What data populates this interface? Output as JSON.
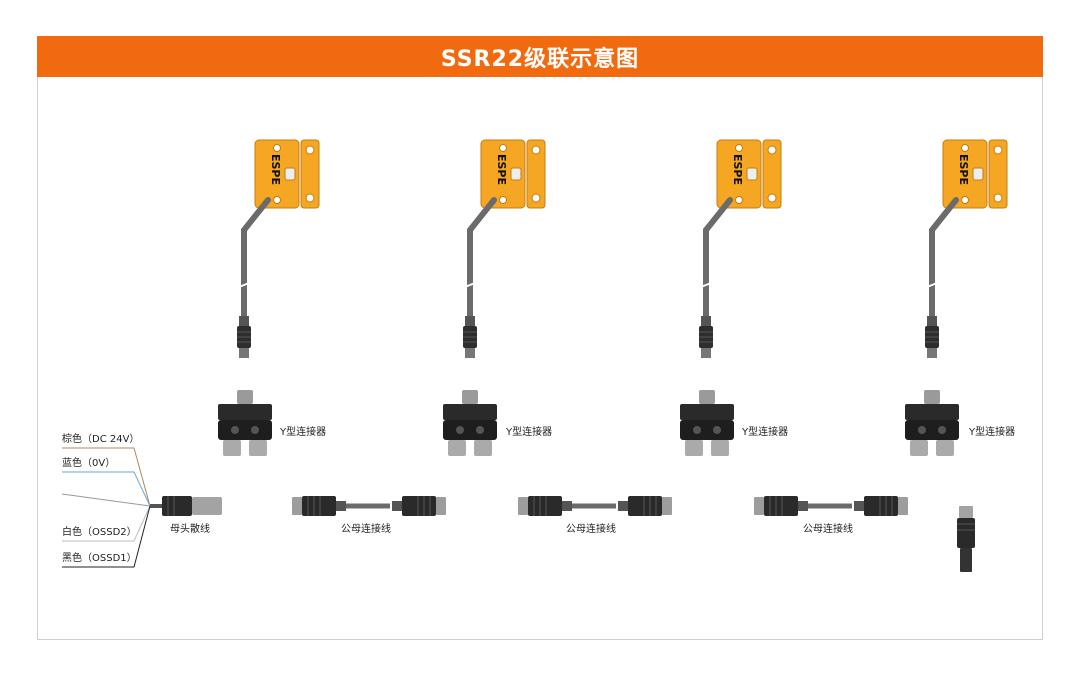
{
  "title": "SSR22级联示意图",
  "colors": {
    "accent": "#f26a10",
    "sensor_body": "#f5a623",
    "cable": "#6b6b6b",
    "connector": "#333333"
  },
  "sensor": {
    "logo_text": "ESPE"
  },
  "wires": [
    {
      "label": "棕色（DC 24V）",
      "color": "#b0875a"
    },
    {
      "label": "蓝色（0V）",
      "color": "#6aa6d8"
    },
    {
      "label": "",
      "color": "#999999"
    },
    {
      "label": "白色（OSSD2）",
      "color": "#bbbbbb"
    },
    {
      "label": "黑色（OSSD1）",
      "color": "#222222"
    }
  ],
  "labels": {
    "y_connector": "Y型连接器",
    "female_flying_lead": "母头散线",
    "male_female_cable": "公母连接线"
  }
}
